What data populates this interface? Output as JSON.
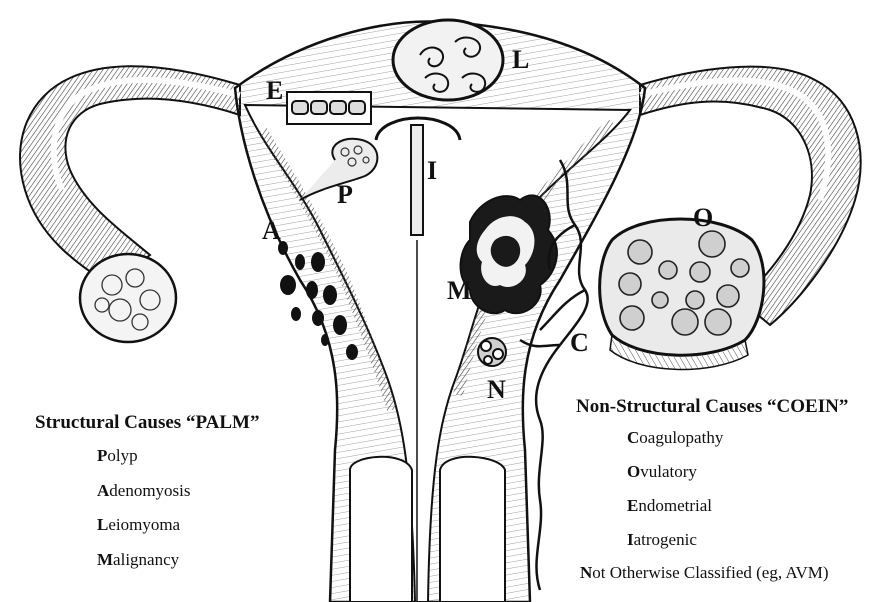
{
  "labels": {
    "E": "E",
    "L": "L",
    "I": "I",
    "P": "P",
    "A": "A",
    "M": "M",
    "O": "O",
    "C": "C",
    "N": "N"
  },
  "structural": {
    "heading": "Structural Causes “PALM”",
    "items": [
      {
        "initial": "P",
        "rest": "olyp"
      },
      {
        "initial": "A",
        "rest": "denomyosis"
      },
      {
        "initial": "L",
        "rest": "eiomyoma"
      },
      {
        "initial": "M",
        "rest": "alignancy"
      }
    ]
  },
  "nonstructural": {
    "heading": "Non-Structural Causes “COEIN”",
    "items": [
      {
        "initial": "C",
        "rest": "oagulopathy"
      },
      {
        "initial": "O",
        "rest": "vulatory"
      },
      {
        "initial": "E",
        "rest": "ndometrial"
      },
      {
        "initial": "I",
        "rest": "atrogenic"
      },
      {
        "initial": "N",
        "rest": "ot Otherwise Classified (eg, AVM)"
      }
    ]
  }
}
